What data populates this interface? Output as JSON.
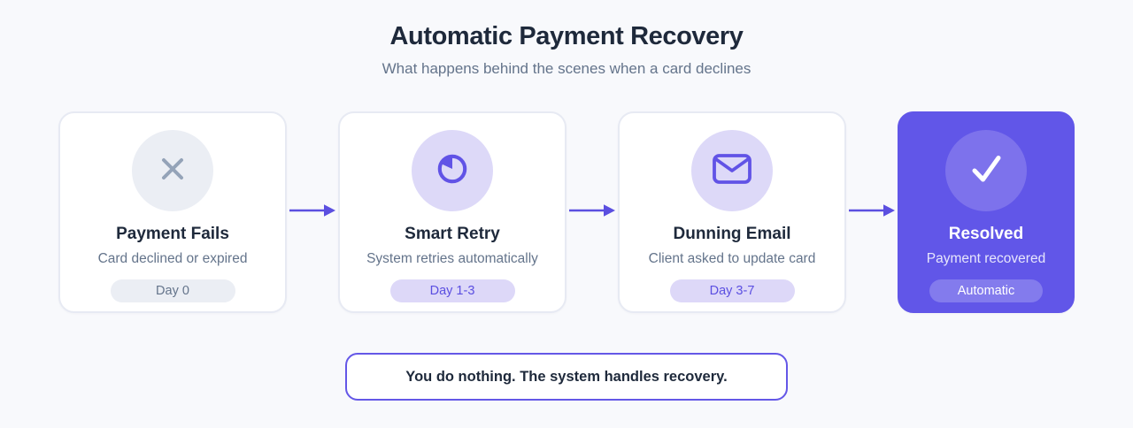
{
  "header": {
    "title": "Automatic Payment Recovery",
    "subtitle": "What happens behind the scenes when a card declines"
  },
  "steps": [
    {
      "title": "Payment Fails",
      "description": "Card declined or expired",
      "badge": "Day 0",
      "icon": "x-icon",
      "variant": "muted"
    },
    {
      "title": "Smart Retry",
      "description": "System retries automatically",
      "badge": "Day 1-3",
      "icon": "retry-timer-icon",
      "variant": "purple-light"
    },
    {
      "title": "Dunning Email",
      "description": "Client asked to update card",
      "badge": "Day 3-7",
      "icon": "envelope-icon",
      "variant": "purple-light"
    },
    {
      "title": "Resolved",
      "description": "Payment recovered",
      "badge": "Automatic",
      "icon": "check-icon",
      "variant": "purple-solid"
    }
  ],
  "summary": {
    "text": "You do nothing. The system handles recovery."
  },
  "colors": {
    "accent_purple": "#5b4fe0",
    "solid_card_purple": "#6156e8",
    "light_purple_fill": "#ddd9f8",
    "muted_gray_fill": "#ebeef4",
    "muted_icon_gray": "#94a3b8",
    "heading_text": "#1e293b",
    "secondary_text": "#64748b",
    "page_background": "#f8f9fc"
  }
}
